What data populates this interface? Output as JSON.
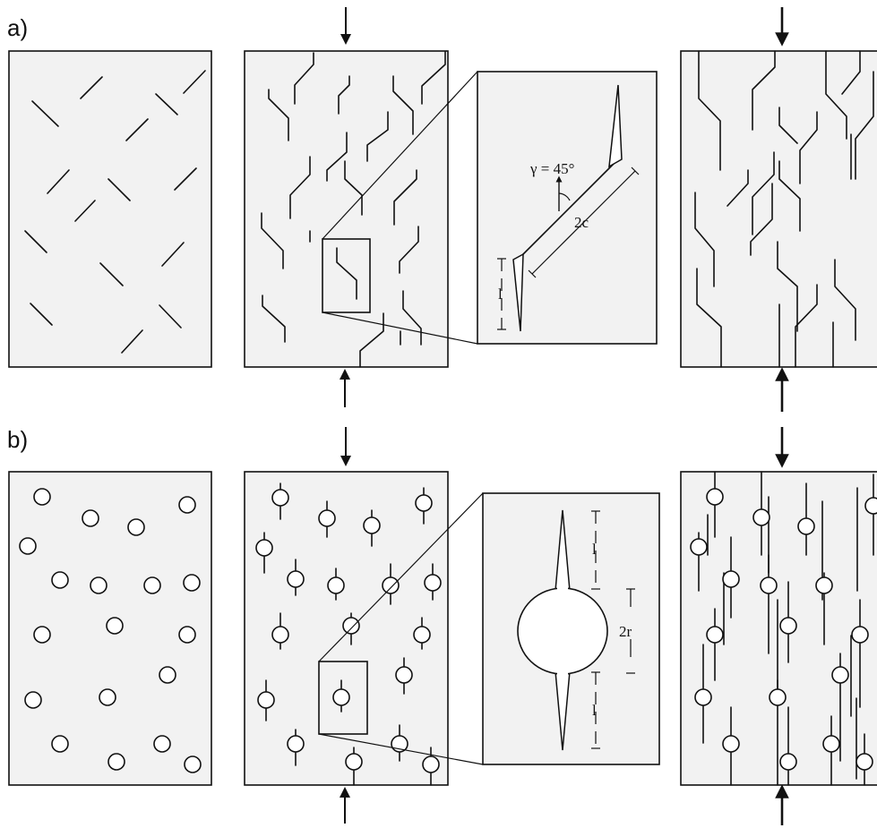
{
  "labels": {
    "a": "a)",
    "b": "b)"
  },
  "annotations": {
    "gamma": "γ = 45°",
    "crack_length_2c": "2c",
    "wing_length_a": "l",
    "pore_diameter": "2r",
    "wing_length_b_top": "l",
    "wing_length_b_bottom": "l"
  }
}
